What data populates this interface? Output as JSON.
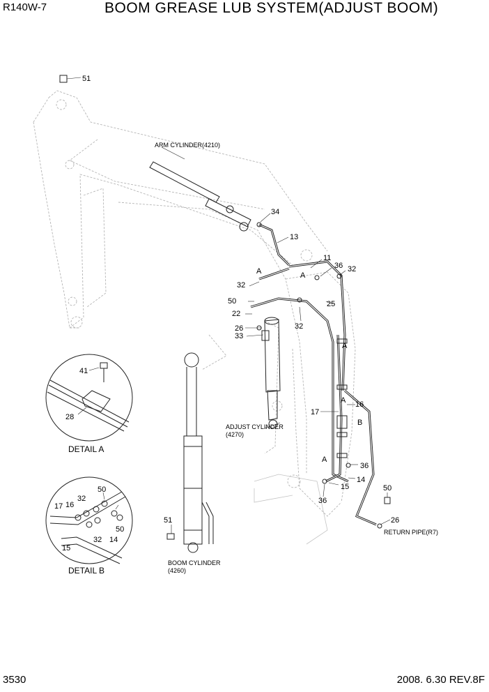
{
  "header": {
    "model": "R140W-7",
    "title": "BOOM GREASE LUB SYSTEM(ADJUST BOOM)"
  },
  "footer": {
    "page": "3530",
    "date_rev": "2008. 6.30  REV.8F"
  },
  "captions": {
    "arm_cylinder": "ARM CYLINDER(4210)",
    "adjust_cylinder_1": "ADJUST CYLINDER",
    "adjust_cylinder_2": "(4270)",
    "boom_cylinder_1": "BOOM CYLINDER",
    "boom_cylinder_2": "(4260)",
    "return_pipe": "RETURN PIPE(R7)"
  },
  "details": {
    "a": "DETAIL  A",
    "b": "DETAIL  B"
  },
  "callouts": {
    "c51_top": "51",
    "c34": "34",
    "c13": "13",
    "c11": "11",
    "c36_top": "36",
    "c32_top": "32",
    "cA_top1": "A",
    "cA_top2": "A",
    "c32_left": "32",
    "c50_left": "50",
    "c22": "22",
    "c26_left": "26",
    "c33": "33",
    "c25": "25",
    "c32_mid": "32",
    "cA_mid1": "A",
    "cA_mid2": "A",
    "c17": "17",
    "c16": "16",
    "cB": "B",
    "cA_low": "A",
    "c36_low": "36",
    "c14": "14",
    "c15": "15",
    "c36_bot": "36",
    "c50_right": "50",
    "c26_right": "26",
    "c51_bot": "51",
    "da41": "41",
    "da28": "28",
    "db50a": "50",
    "db17": "17",
    "db16": "16",
    "db32a": "32",
    "db50b": "50",
    "db32b": "32",
    "db14": "14",
    "db15": "15"
  }
}
